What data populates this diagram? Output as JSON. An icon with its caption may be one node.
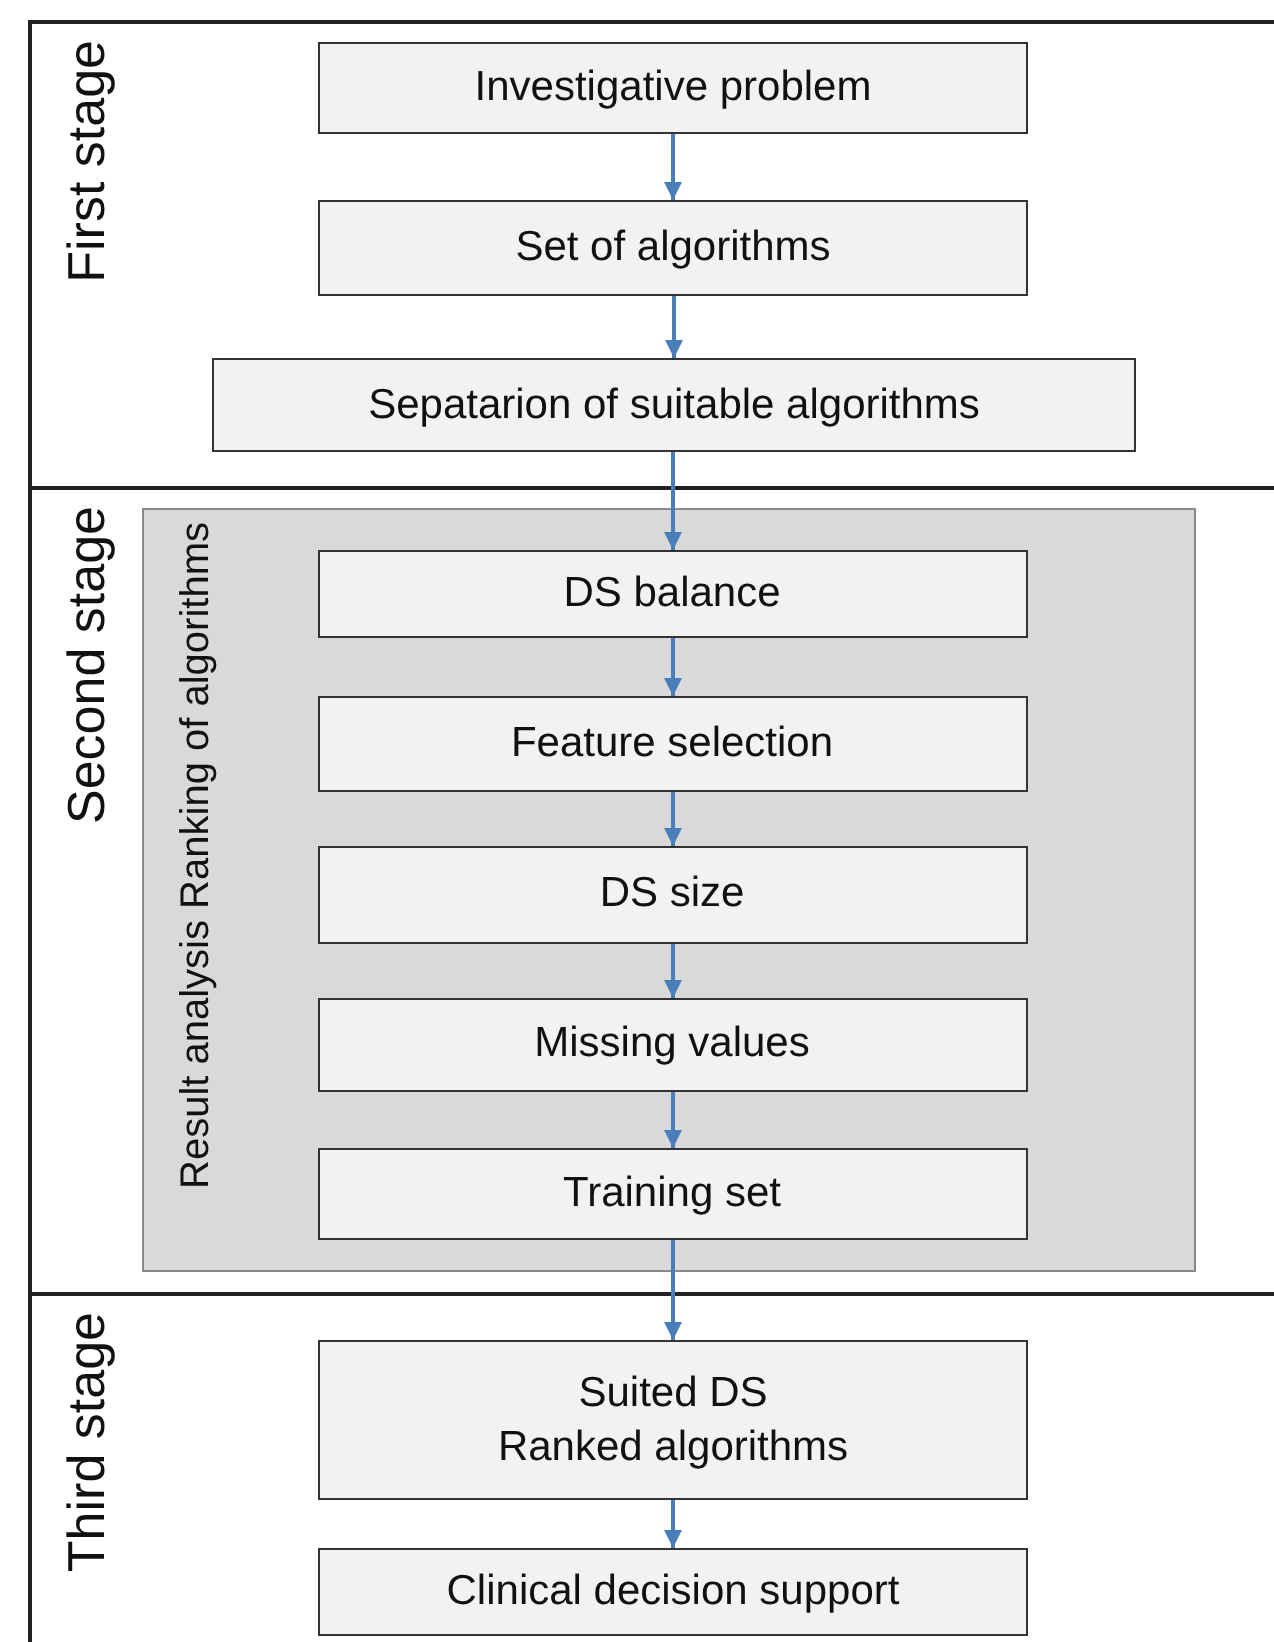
{
  "diagram": {
    "nodes": [
      {
        "text": [
          "First stage"
        ]
      },
      {
        "text": [
          "Investigative problem"
        ],
        "in": 0
      },
      {
        "text": [
          "Set of algorithms"
        ],
        "in": 0
      },
      {
        "text": [
          "Sepatarion of suitable algorithms"
        ],
        "in": 0
      },
      {
        "text": [
          "Second stage"
        ]
      },
      {
        "text": [
          "Result analysis Ranking of algorithms"
        ],
        "in": 4
      },
      {
        "text": [
          "DS balance"
        ],
        "in": 5
      },
      {
        "text": [
          "Feature selection"
        ],
        "in": 5
      },
      {
        "text": [
          "DS size"
        ],
        "in": 5
      },
      {
        "text": [
          "Missing values"
        ],
        "in": 5
      },
      {
        "text": [
          "Training set"
        ],
        "in": 5
      },
      {
        "text": [
          "Third stage"
        ]
      },
      {
        "text": [
          "Suited DS",
          "Ranked algorithms"
        ],
        "in": 11
      },
      {
        "text": [
          "Clinical decision support"
        ],
        "in": 11
      }
    ],
    "edges": [
      {
        "from": 1,
        "to": 2,
        "arrow": "to"
      },
      {
        "from": 2,
        "to": 3,
        "arrow": "to"
      },
      {
        "from": 3,
        "to": 6,
        "arrow": "to"
      },
      {
        "from": 6,
        "to": 7,
        "arrow": "to"
      },
      {
        "from": 7,
        "to": 8,
        "arrow": "to"
      },
      {
        "from": 8,
        "to": 9,
        "arrow": "to"
      },
      {
        "from": 9,
        "to": 10,
        "arrow": "to"
      },
      {
        "from": 10,
        "to": 12,
        "arrow": "to"
      },
      {
        "from": 12,
        "to": 13,
        "arrow": "to"
      }
    ]
  }
}
